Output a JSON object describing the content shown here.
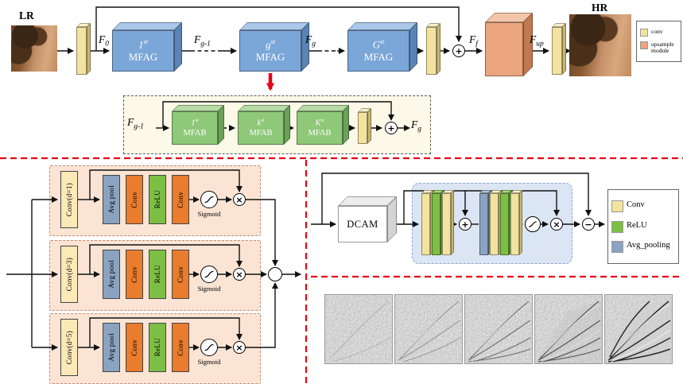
{
  "colors": {
    "conv_yellow": "#f3e3a1",
    "upsample_orange": "#eba57d",
    "mfag_blue": "#7ba6d8",
    "mfab_green": "#8fc878",
    "relu_green": "#7dbf45",
    "attention_conv_orange": "#e97c2d",
    "avg_pool_blue": "#8aa3c0",
    "accent_red": "#e80016"
  },
  "top_flow": {
    "lr_label": "LR",
    "hr_label": "HR",
    "f0": {
      "base": "F",
      "sub": "0"
    },
    "fg_minus1": {
      "base": "F",
      "sub": "g-1"
    },
    "fg": {
      "base": "F",
      "sub": "g"
    },
    "ff": {
      "base": "F",
      "sub": "f"
    },
    "fup": {
      "base": "F",
      "sub": "up"
    },
    "mfag_blocks": [
      {
        "index": "1",
        "sup": "st",
        "name": "MFAG"
      },
      {
        "index": "g",
        "sup": "st",
        "name": "MFAG"
      },
      {
        "index": "G",
        "sup": "st",
        "name": "MFAG"
      }
    ],
    "legend": [
      {
        "label": "conv"
      },
      {
        "label": "upsample module"
      }
    ]
  },
  "mfag_detail": {
    "input": {
      "base": "F",
      "sub": "g-1"
    },
    "output": {
      "base": "F",
      "sub": "g"
    },
    "mfab_blocks": [
      {
        "index": "1",
        "sup": "st",
        "name": "MFAB"
      },
      {
        "index": "k",
        "sup": "st",
        "name": "MFAB"
      },
      {
        "index": "K",
        "sup": "st",
        "name": "MFAB"
      }
    ]
  },
  "mfab_branches": [
    {
      "conv": "Conv(d=1)",
      "avg_pool": "Avg pool",
      "conv1": "Conv",
      "relu": "ReLU",
      "conv2": "Conv",
      "sigmoid": "Sigmoid"
    },
    {
      "conv": "Conv(d=3)",
      "avg_pool": "Avg pool",
      "conv1": "Conv",
      "relu": "ReLU",
      "conv2": "Conv",
      "sigmoid": "Sigmoid"
    },
    {
      "conv": "Conv(d=5)",
      "avg_pool": "Avg pool",
      "conv1": "Conv",
      "relu": "ReLU",
      "conv2": "Conv",
      "sigmoid": "Sigmoid"
    }
  ],
  "dcam_module": {
    "box_label": "DCAM",
    "legend": [
      {
        "label": "Conv"
      },
      {
        "label": "ReLU"
      },
      {
        "label": "Avg_pooling"
      }
    ]
  },
  "operators": {
    "add": "+",
    "multiply": "×",
    "subtract": "−"
  }
}
